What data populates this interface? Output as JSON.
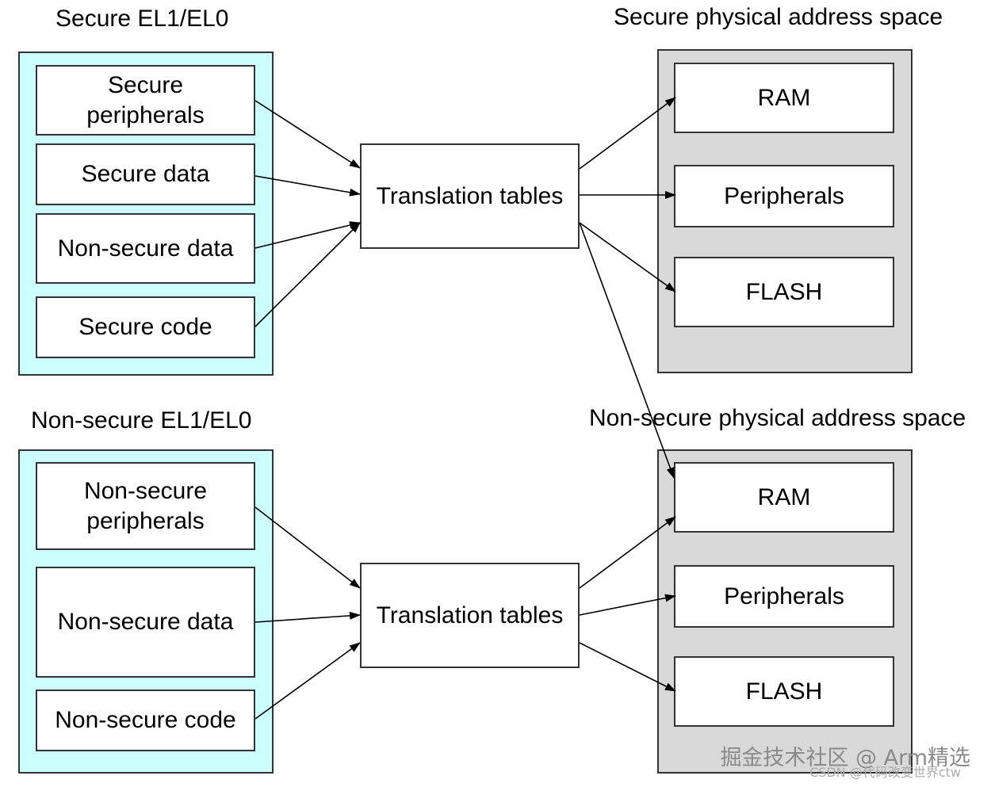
{
  "secure_va": {
    "heading": "Secure EL1/EL0",
    "items": [
      "Secure\nperipherals",
      "Secure data",
      "Non-secure data",
      "Secure code"
    ]
  },
  "nonsecure_va": {
    "heading": "Non-secure EL1/EL0",
    "items": [
      "Non-secure\nperipherals",
      "Non-secure data",
      "Non-secure code"
    ]
  },
  "translation": {
    "secure_label": "Translation tables",
    "nonsecure_label": "Translation tables"
  },
  "secure_pa": {
    "heading": "Secure physical address space",
    "items": [
      "RAM",
      "Peripherals",
      "FLASH"
    ]
  },
  "nonsecure_pa": {
    "heading": "Non-secure physical address space",
    "items": [
      "RAM",
      "Peripherals",
      "FLASH"
    ]
  },
  "watermark": {
    "line1": "掘金技术社区 @ Arm精选",
    "line2": "CSDN @代码改变世界ctw"
  }
}
